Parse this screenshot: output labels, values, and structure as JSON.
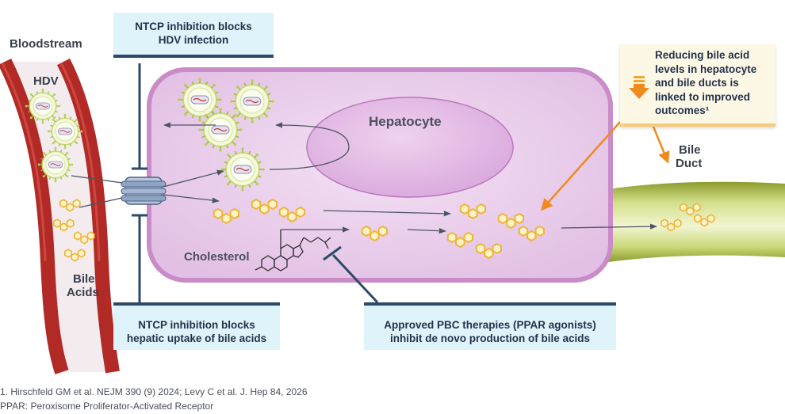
{
  "labels": {
    "bloodstream": "Bloodstream",
    "hdv": "HDV",
    "bile_acids_1": "Bile",
    "bile_acids_2": "Acids",
    "hepatocyte": "Hepatocyte",
    "cholesterol": "Cholesterol",
    "bile_duct_1": "Bile",
    "bile_duct_2": "Duct"
  },
  "boxes": {
    "top_left": [
      "NTCP inhibition blocks",
      "HDV infection"
    ],
    "bottom_left": [
      "NTCP inhibition blocks",
      "hepatic uptake of bile acids"
    ],
    "bottom_center": [
      "Approved PBC therapies (PPAR agonists)",
      "inhibit de novo production of bile acids"
    ],
    "note": [
      "Reducing bile acid",
      "levels in hepatocyte",
      "and bile ducts is",
      "linked to improved",
      "outcomes¹"
    ]
  },
  "footnotes": [
    "1. Hirschfeld GM et al. NEJM 390 (9) 2024; Levy C et al. J. Hep 84, 2026",
    "PPAR: Peroxisome Proliferator-Activated Receptor"
  ],
  "colors": {
    "vessel": "#b0241f",
    "cell_fill": "#ead0ec",
    "cell_border": "#c98cc9",
    "hexagon": "#f2c04a",
    "virus": "#c8de7c",
    "note_arrow": "#f28a14",
    "blocker": "#2b4a66",
    "duct": "#b9c94a"
  },
  "icons": [
    "hdv-virus-icon",
    "bile-acid-molecule-icon",
    "ntcp-transporter-icon",
    "cholesterol-structure-icon",
    "down-arrow-icon"
  ]
}
